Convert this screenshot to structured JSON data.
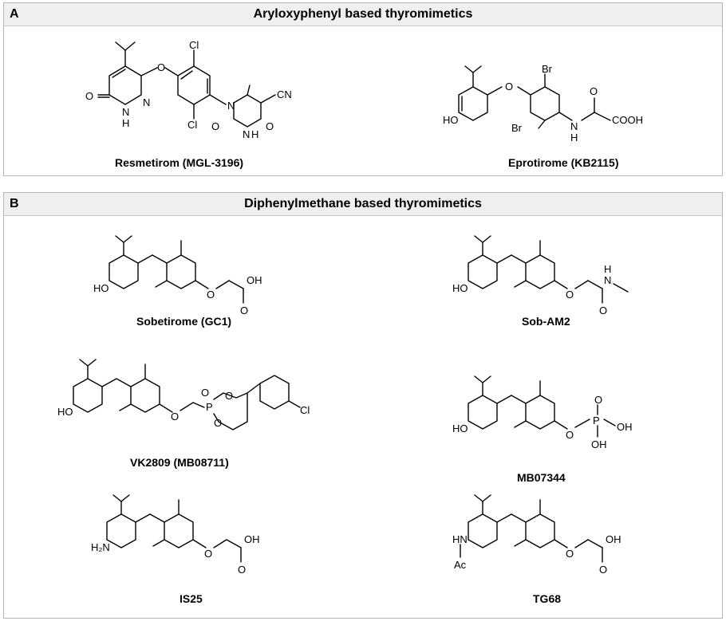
{
  "panels": {
    "a": {
      "letter": "A",
      "title": "Aryloxyphenyl based thyromimetics"
    },
    "b": {
      "letter": "B",
      "title": "Diphenylmethane based thyromimetics"
    }
  },
  "compounds": {
    "resmetirom": {
      "name": "Resmetirom (MGL-3196)",
      "atoms": {
        "o_ether": "O",
        "cl_top": "Cl",
        "cl_bottom": "Cl",
        "o_left": "O",
        "nh": "N",
        "h": "H",
        "n_ring": "N",
        "n_triazine": "N",
        "cn": "CN",
        "o_triazine_left": "O",
        "nh_triazine": "N",
        "h_triazine": "H",
        "o_triazine_right": "O"
      }
    },
    "eprotirome": {
      "name": "Eprotirome (KB2115)",
      "atoms": {
        "ho": "HO",
        "o_ether": "O",
        "br_top": "Br",
        "br_bottom": "Br",
        "nh": "N",
        "h": "H",
        "o_amide": "O",
        "cooh": "COOH"
      }
    },
    "sobetirome": {
      "name": "Sobetirome (GC1)",
      "atoms": {
        "ho": "HO",
        "o_ether": "O",
        "oh": "OH",
        "o_carbonyl": "O"
      }
    },
    "sob_am2": {
      "name": "Sob-AM2",
      "atoms": {
        "ho": "HO",
        "o_ether": "O",
        "h": "H",
        "n": "N",
        "o_carbonyl": "O"
      }
    },
    "vk2809": {
      "name": "VK2809 (MB08711)",
      "atoms": {
        "ho": "HO",
        "o_ether": "O",
        "o_double": "O",
        "p": "P",
        "o_ring_top": "O",
        "o_ring_bottom": "O",
        "cl": "Cl"
      }
    },
    "mb07344": {
      "name": "MB07344",
      "atoms": {
        "ho": "HO",
        "o_ether": "O",
        "o_double": "O",
        "p": "P",
        "oh_right": "OH",
        "oh_bottom": "OH"
      }
    },
    "is25": {
      "name": "IS25",
      "atoms": {
        "h2n": "H₂N",
        "o_ether": "O",
        "oh": "OH",
        "o_carbonyl": "O"
      }
    },
    "tg68": {
      "name": "TG68",
      "atoms": {
        "hn": "HN",
        "ac": "Ac",
        "o_ether": "O",
        "oh": "OH",
        "o_carbonyl": "O"
      }
    }
  }
}
